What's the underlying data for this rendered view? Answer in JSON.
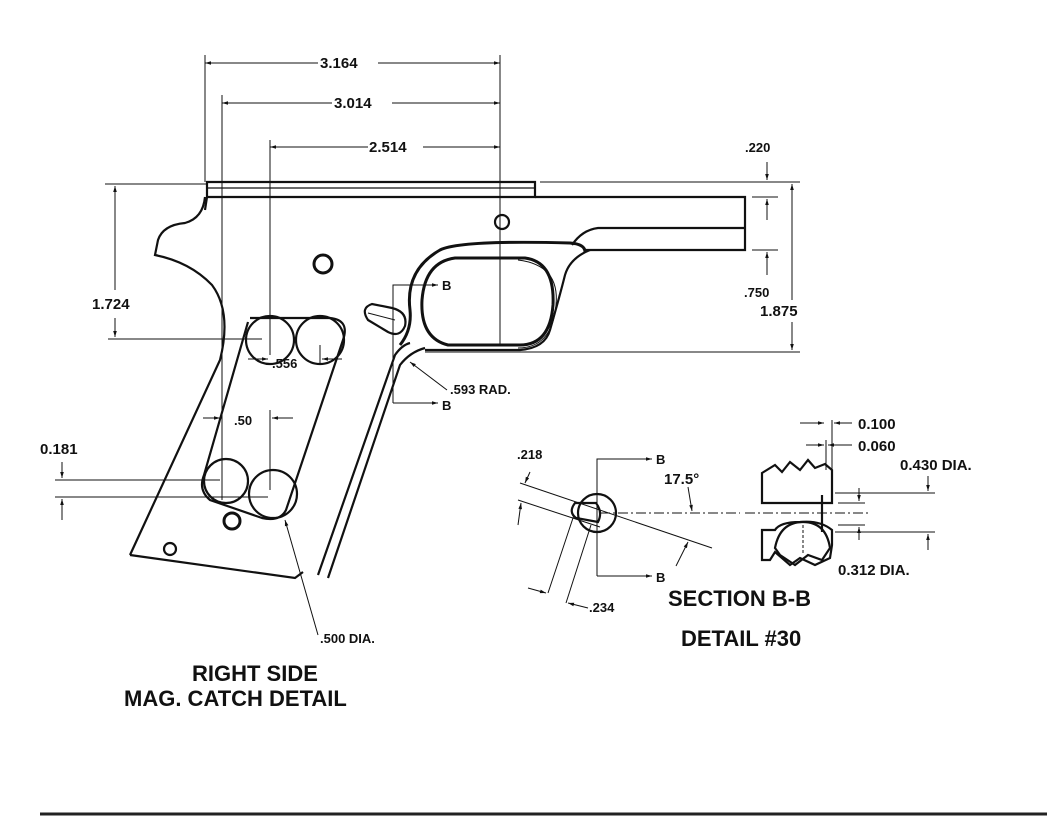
{
  "drawing": {
    "main_view": {
      "title_line1": "RIGHT SIDE",
      "title_line2": "MAG. CATCH DETAIL",
      "dimensions": {
        "d_3164": "3.164",
        "d_3014": "3.014",
        "d_2514": "2.514",
        "d_1724": "1.724",
        "d_556": ".556",
        "d_50": ".50",
        "d_0181": "0.181",
        "d_500dia": ".500 DIA.",
        "d_593rad": ".593 RAD.",
        "d_220": ".220",
        "d_750": ".750",
        "d_1875": "1.875"
      },
      "section_markers": {
        "top": "B",
        "bottom": "B"
      }
    },
    "detail_view": {
      "title_section": "SECTION B-B",
      "title_detail": "DETAIL #30",
      "dimensions": {
        "d_218": ".218",
        "d_175": "17.5°",
        "d_234": ".234",
        "d_0100": "0.100",
        "d_0060": "0.060",
        "d_0430": "0.430 DIA.",
        "d_0312": "0.312 DIA."
      },
      "section_markers": {
        "top": "B",
        "bottom": "B"
      }
    }
  }
}
